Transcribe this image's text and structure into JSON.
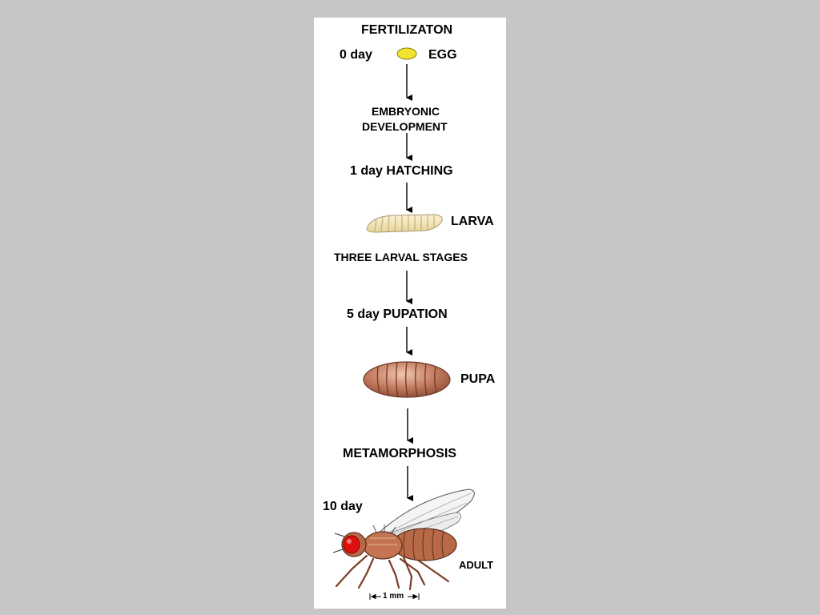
{
  "stages": {
    "fertilization": "FERTILIZATON",
    "day0": "0 day",
    "egg": "EGG",
    "embryonic_line1": "EMBRYONIC",
    "embryonic_line2": "DEVELOPMENT",
    "hatching": "1 day HATCHING",
    "larva": "LARVA",
    "larval_stages": "THREE LARVAL STAGES",
    "pupation": "5 day PUPATION",
    "pupa": "PUPA",
    "metamorphosis": "METAMORPHOSIS",
    "day10": "10 day",
    "adult": "ADULT"
  },
  "scale_bar": {
    "label": "1  mm"
  },
  "colors": {
    "background": "#c6c6c6",
    "panel": "#ffffff",
    "egg": "#f2e330",
    "larva": "#f3e6b4",
    "pupa": "#c0765a",
    "fly_body": "#b86a48",
    "fly_eye": "#e01010"
  }
}
